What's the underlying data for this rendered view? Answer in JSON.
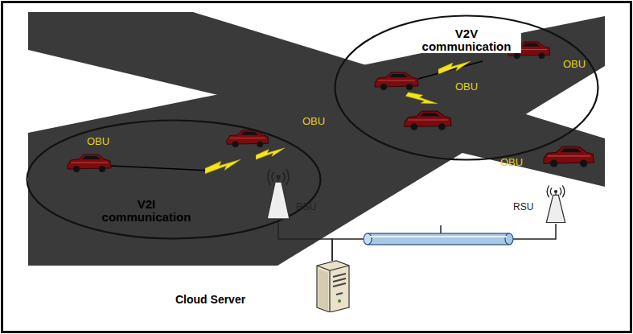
{
  "diagram": {
    "nodes": [
      {
        "text": [
          "V2V communication"
        ]
      },
      {
        "text": [
          "V2I communication"
        ]
      },
      {
        "text": [
          "RSU"
        ],
        "in": 1
      },
      {
        "text": [
          "RSU"
        ]
      },
      {
        "text": [
          "Cloud Server"
        ]
      }
    ],
    "edges": [
      {
        "from": 2,
        "to": 4,
        "arrow": "none"
      },
      {
        "from": 3,
        "to": 4,
        "arrow": "none"
      }
    ],
    "labels": [
      "OBU",
      "OBU",
      "OBU",
      "OBU",
      "OBU"
    ]
  }
}
